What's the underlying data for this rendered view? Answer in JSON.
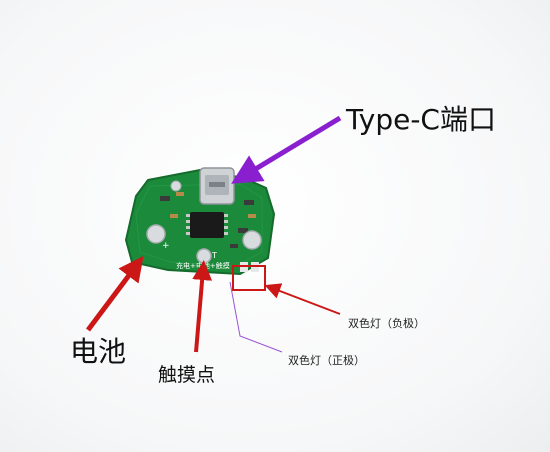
{
  "labels": {
    "typec": "Type-C端口",
    "battery": "电池",
    "touch": "触摸点",
    "led_neg": "双色灯（负极）",
    "led_pos": "双色灯（正极）"
  },
  "board": {
    "silk_mark": "充电+电池+触摸",
    "plus_mark": "+",
    "t_mark": "T"
  },
  "colors": {
    "pcb": "#1b8a3a",
    "pcb_dark": "#146b2c",
    "purple_arrow": "#8a1fd0",
    "red_arrow": "#cc1717",
    "thin_line": "#9a55d6"
  }
}
